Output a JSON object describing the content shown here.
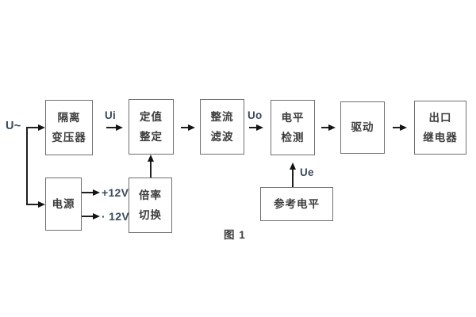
{
  "figure": {
    "caption": "图 1",
    "input_label": "U~"
  },
  "signal_labels": {
    "ui": "Ui",
    "uo": "Uo",
    "ue": "Ue",
    "plus12v": "+12V",
    "minus12v": "· 12V"
  },
  "blocks": {
    "isolation_transformer": {
      "line1": "隔离",
      "line2": "变压器"
    },
    "setpoint_adjust": {
      "line1": "定值",
      "line2": "整定"
    },
    "rectifier_filter": {
      "line1": "整流",
      "line2": "滤波"
    },
    "level_detect": {
      "line1": "电平",
      "line2": "检测"
    },
    "drive": {
      "line1": "驱动"
    },
    "output_relay": {
      "line1": "出口",
      "line2": "继电器"
    },
    "power_supply": {
      "line1": "电源"
    },
    "ratio_switch": {
      "line1": "倍率",
      "line2": "切换"
    },
    "reference_level": {
      "line1": "参考电平"
    }
  },
  "colors": {
    "box_border": "#6f6f6f",
    "connector_line": "#1f1f1f",
    "chinese_text": "#3d3d3d",
    "signal_text": "#3a4a5e"
  }
}
